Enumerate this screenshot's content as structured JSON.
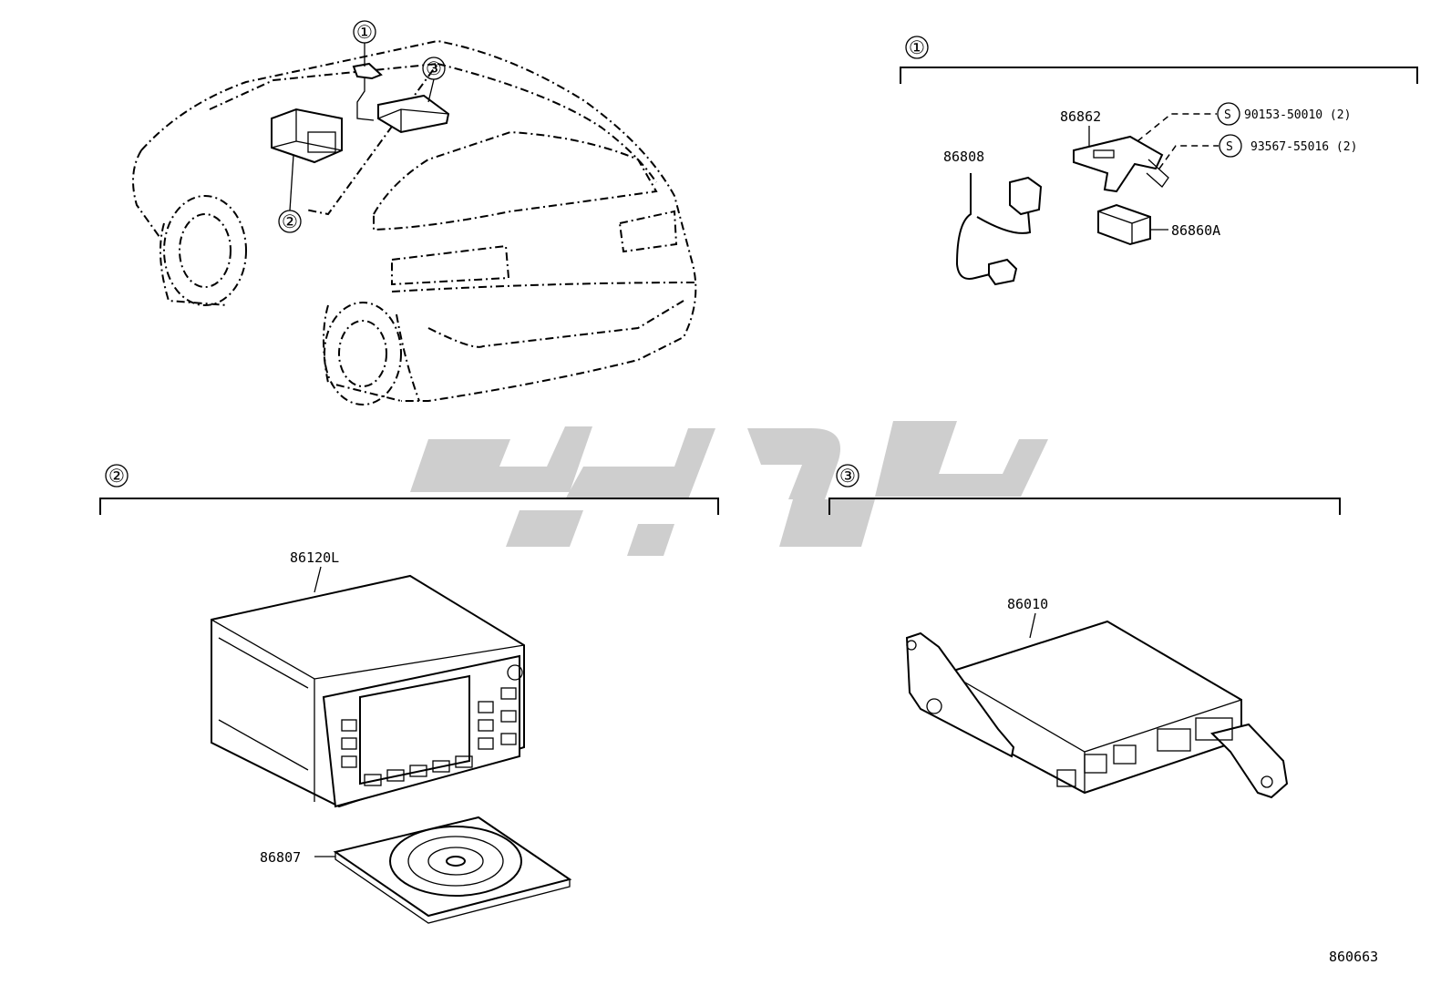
{
  "callouts": {
    "one": "①",
    "two": "②",
    "three": "③"
  },
  "parts": {
    "bracket_86862": "86862",
    "cord_86808": "86808",
    "screw_1": "90153-50010 (2)",
    "screw_2": "93567-55016 (2)",
    "screw_symbol": "S",
    "antenna_86860A": "86860A",
    "nav_unit_86120L": "86120L",
    "disc_86807": "86807",
    "computer_86010": "86010"
  },
  "illustration_id": "860663"
}
